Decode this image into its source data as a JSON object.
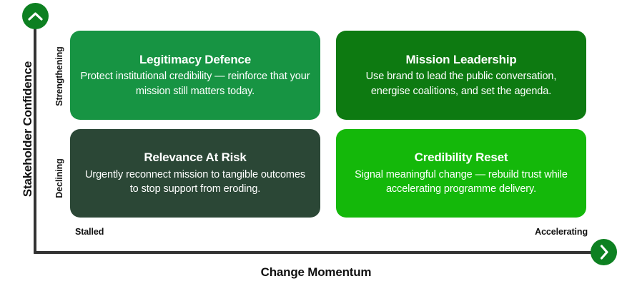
{
  "axes": {
    "y": {
      "title": "Stakeholder Confidence",
      "high_label": "Strengthening",
      "low_label": "Declining",
      "arrow_icon": "chevron-up-icon",
      "arrow_color": "#0d8021",
      "line_color": "#333333"
    },
    "x": {
      "title": "Change Momentum",
      "low_label": "Stalled",
      "high_label": "Accelerating",
      "arrow_icon": "chevron-right-icon",
      "arrow_color": "#0d8021",
      "line_color": "#333333"
    }
  },
  "quadrants": [
    {
      "id": "top-left",
      "title": "Legitimacy Defence",
      "description": "Protect institutional credibility — reinforce that your mission still matters today.",
      "color": "#179443",
      "text_color": "#ffffff",
      "position": "Strengthening confidence / Stalled momentum"
    },
    {
      "id": "top-right",
      "title": "Mission Leadership",
      "description": "Use brand to lead the public conversation, energise coalitions, and set the agenda.",
      "color": "#0d7a11",
      "text_color": "#ffffff",
      "position": "Strengthening confidence / Accelerating momentum"
    },
    {
      "id": "bottom-left",
      "title": "Relevance At Risk",
      "description": "Urgently reconnect mission to tangible outcomes to stop support from eroding.",
      "color": "#2b4736",
      "text_color": "#ffffff",
      "position": "Declining confidence / Stalled momentum"
    },
    {
      "id": "bottom-right",
      "title": "Credibility Reset",
      "description": "Signal meaningful change — rebuild trust while accelerating programme delivery.",
      "color": "#14b80a",
      "text_color": "#ffffff",
      "position": "Declining confidence / Accelerating momentum"
    }
  ],
  "chart_data": {
    "type": "table",
    "title": "",
    "xlabel": "Change Momentum",
    "ylabel": "Stakeholder Confidence",
    "x_categories": [
      "Stalled",
      "Accelerating"
    ],
    "y_categories": [
      "Declining",
      "Strengthening"
    ],
    "cells": [
      {
        "x": "Stalled",
        "y": "Strengthening",
        "label": "Legitimacy Defence",
        "text": "Protect institutional credibility — reinforce that your mission still matters today.",
        "color": "#179443"
      },
      {
        "x": "Accelerating",
        "y": "Strengthening",
        "label": "Mission Leadership",
        "text": "Use brand to lead the public conversation, energise coalitions, and set the agenda.",
        "color": "#0d7a11"
      },
      {
        "x": "Stalled",
        "y": "Declining",
        "label": "Relevance At Risk",
        "text": "Urgently reconnect mission to tangible outcomes to stop support from eroding.",
        "color": "#2b4736"
      },
      {
        "x": "Accelerating",
        "y": "Declining",
        "label": "Credibility Reset",
        "text": "Signal meaningful change — rebuild trust while accelerating programme delivery.",
        "color": "#14b80a"
      }
    ],
    "grid": false,
    "legend": "none"
  }
}
